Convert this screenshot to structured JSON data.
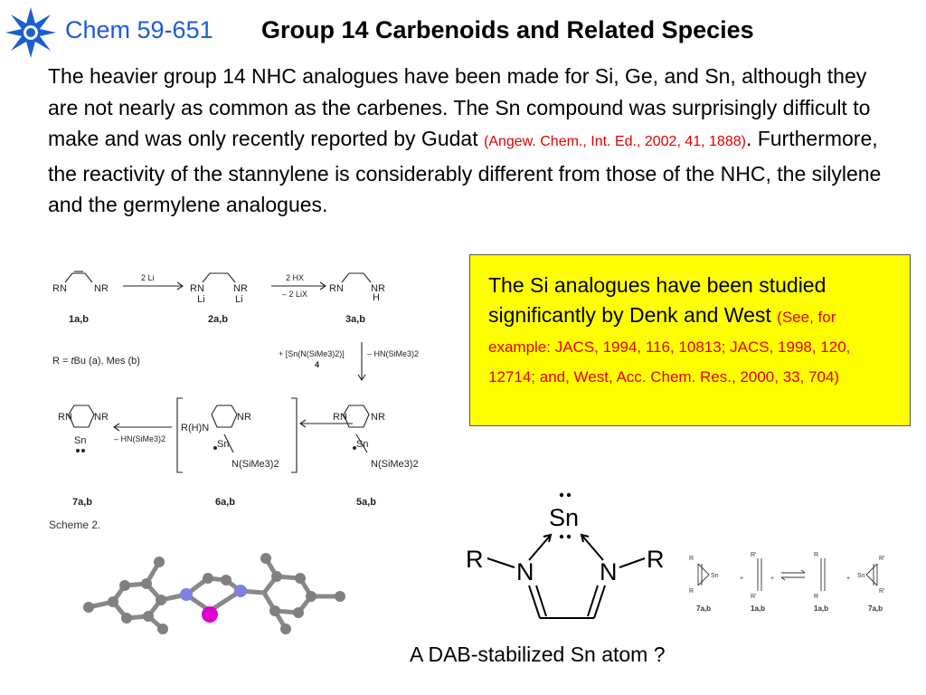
{
  "header": {
    "course": "Chem 59-651",
    "title": "Group 14 Carbenoids and Related Species"
  },
  "body": {
    "text_before": "The heavier group 14 NHC analogues have been made for Si, Ge, and Sn, although they are not nearly as common as the carbenes.  The Sn compound was surprisingly difficult to make and was only recently reported by Gudat ",
    "ref": "(Angew. Chem., Int. Ed., 2002, 41, 1888)",
    "text_after": ".  Furthermore, the reactivity of the stannylene is considerably different from those of the NHC, the silylene and the germylene analogues."
  },
  "note": {
    "text": "The Si analogues have been studied significantly by Denk and West ",
    "ref": "(See, for example: JACS, 1994, 116, 10813; JACS, 1998, 120, 12714; and, West, Acc. Chem. Res., 2000, 33, 704)",
    "background": "#ffff00"
  },
  "scheme": {
    "reagent_li": "2 Li",
    "reagent_hx": "2 HX",
    "reagent_lix": "– 2 LiX",
    "label_1": "1a,b",
    "label_2": "2a,b",
    "label_3": "3a,b",
    "r_def_prefix": "R = ",
    "r_def_tbu": "t",
    "r_def_rest": "Bu (a), Mes (b)",
    "reagent_sn": "+ [Sn(N(SiMe3)2)]",
    "reagent_sn_num": "4",
    "reagent_hn": "– HN(SiMe3)2",
    "reagent_hn2": "– HN(SiMe3)2",
    "label_7": "7a,b",
    "label_6": "6a,b",
    "label_5": "5a,b",
    "caption": "Scheme 2."
  },
  "dab": {
    "sn": "Sn",
    "r_left": "R",
    "r_right": "R",
    "n_left": "N",
    "n_right": "N"
  },
  "equilibrium": {
    "label_7ab": "7a,b",
    "label_1ab": "1a,b",
    "label_1ab_2": "1a,b",
    "label_7ab_2": "7a,b"
  },
  "caption": "A DAB-stabilized Sn atom ?",
  "colors": {
    "course": "#1f5bd6",
    "reference": "#e00000",
    "logo": "#1a5fd0",
    "tin_atom": "#e000d0",
    "nitrogen_atom": "#8080e0"
  }
}
